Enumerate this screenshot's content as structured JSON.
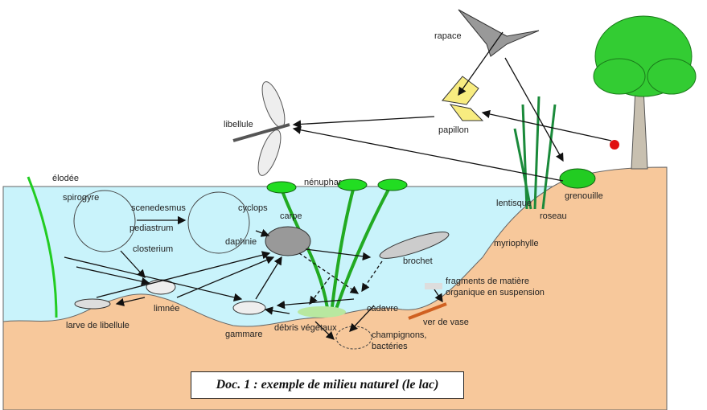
{
  "title": "Doc. 1 : exemple de milieu naturel (le lac)",
  "labels": {
    "rapace": "rapace",
    "libellule": "libellule",
    "papillon": "papillon",
    "nenuphar": "nénuphar",
    "elodee": "élodée",
    "spirogyre": "spirogyre",
    "scenedesmus": "scenedesmus",
    "pediastrum": "pediastrum",
    "closterium": "closterium",
    "cyclops": "cyclops",
    "daphnie": "daphnie",
    "carpe": "carpe",
    "lentisque": "lentisque",
    "roseau": "roseau",
    "grenouille": "grenouille",
    "myriophylle": "myriophylle",
    "brochet": "brochet",
    "fragments_1": "fragments  de matière",
    "fragments_2": "organique en suspension",
    "cadavre": "cadavre",
    "limnee": "limnée",
    "larve": "larve de libellule",
    "gammare": "gammare",
    "debris": "débris végétaux",
    "champignons": "champignons,",
    "bacteries": "bactéries",
    "ver": "ver de vase"
  },
  "colors": {
    "water": "#c9f3fb",
    "ground": "#f7c89b",
    "plant": "#22cc22",
    "tree": "#33cc33"
  }
}
